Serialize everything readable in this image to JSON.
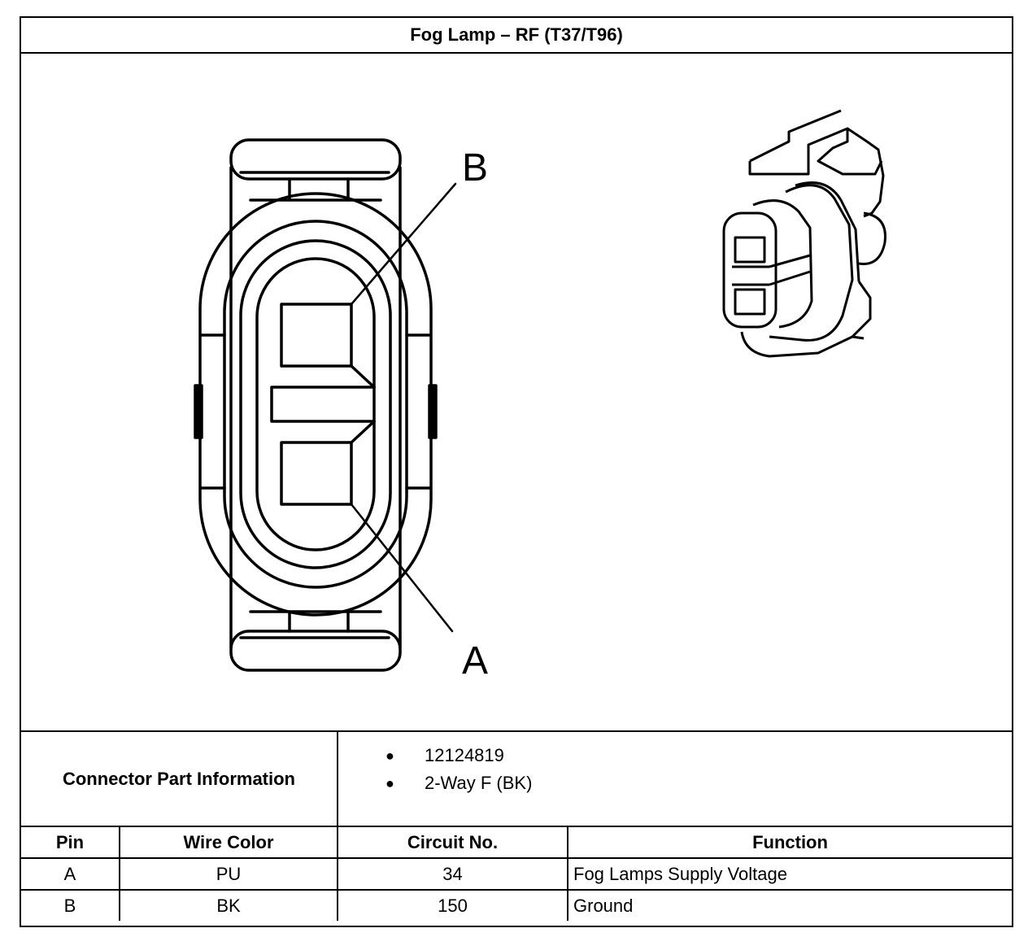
{
  "title": "Fog Lamp – RF (T37/T96)",
  "diagram": {
    "pin_labels": [
      "B",
      "A"
    ]
  },
  "connector_info": {
    "label": "Connector Part Information",
    "items": [
      "12124819",
      "2-Way F (BK)"
    ]
  },
  "pin_table": {
    "headers": [
      "Pin",
      "Wire Color",
      "Circuit No.",
      "Function"
    ],
    "rows": [
      [
        "A",
        "PU",
        "34",
        "Fog Lamps Supply Voltage"
      ],
      [
        "B",
        "BK",
        "150",
        "Ground"
      ]
    ]
  }
}
